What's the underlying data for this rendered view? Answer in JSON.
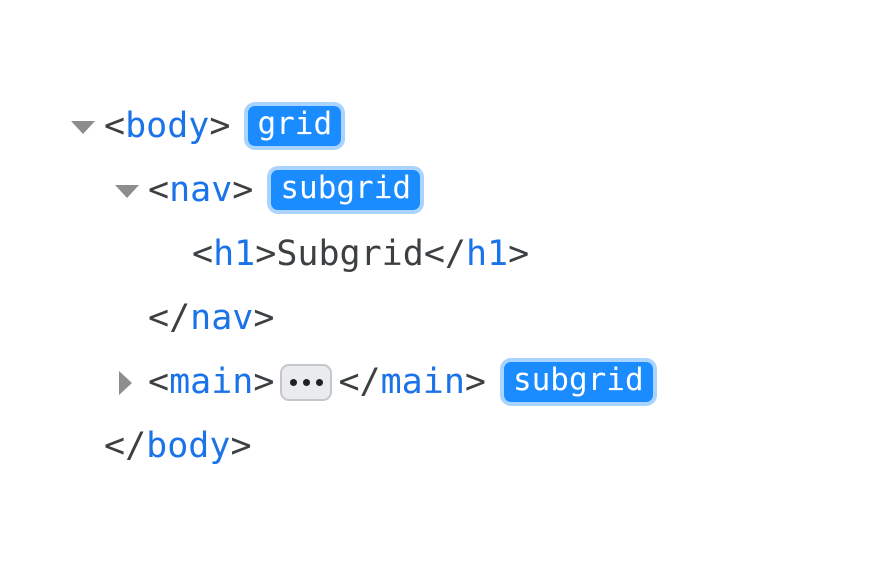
{
  "panel": {
    "name": "dom-inspector-tree",
    "background_color": "#ffffff"
  },
  "colors": {
    "tag_name": "#1a73e8",
    "punctuation": "#3c4043",
    "text_node": "#3c4043",
    "badge_fill": "#1a8cff",
    "badge_ring": "#aad4fd",
    "badge_text": "#ffffff",
    "twisty": "#8d8d8d",
    "ellipsis_fill": "#e9ebed",
    "ellipsis_border": "#c4c8cc",
    "ellipsis_dot": "#202124"
  },
  "rows": [
    {
      "id": "body-open",
      "indent": 0,
      "twisty": "expanded",
      "open_bracket": "<",
      "tag": "body",
      "close_bracket": ">",
      "badge": "grid"
    },
    {
      "id": "nav-open",
      "indent": 1,
      "twisty": "expanded",
      "open_bracket": "<",
      "tag": "nav",
      "close_bracket": ">",
      "badge": "subgrid"
    },
    {
      "id": "h1-element",
      "indent": 2,
      "twisty": "none",
      "open_bracket": "<",
      "tag": "h1",
      "close_bracket": ">",
      "text": "Subgrid",
      "end_open_bracket": "</",
      "end_tag": "h1",
      "end_close_bracket": ">"
    },
    {
      "id": "nav-close",
      "indent": 1,
      "twisty": "none",
      "open_bracket": "</",
      "tag": "nav",
      "close_bracket": ">"
    },
    {
      "id": "main-collapsed",
      "indent": 1,
      "twisty": "collapsed",
      "open_bracket": "<",
      "tag": "main",
      "close_bracket": ">",
      "ellipsis": "…",
      "end_open_bracket": "</",
      "end_tag": "main",
      "end_close_bracket": ">",
      "badge": "subgrid"
    },
    {
      "id": "body-close",
      "indent": 0,
      "twisty": "none",
      "open_bracket": "</",
      "tag": "body",
      "close_bracket": ">"
    }
  ]
}
